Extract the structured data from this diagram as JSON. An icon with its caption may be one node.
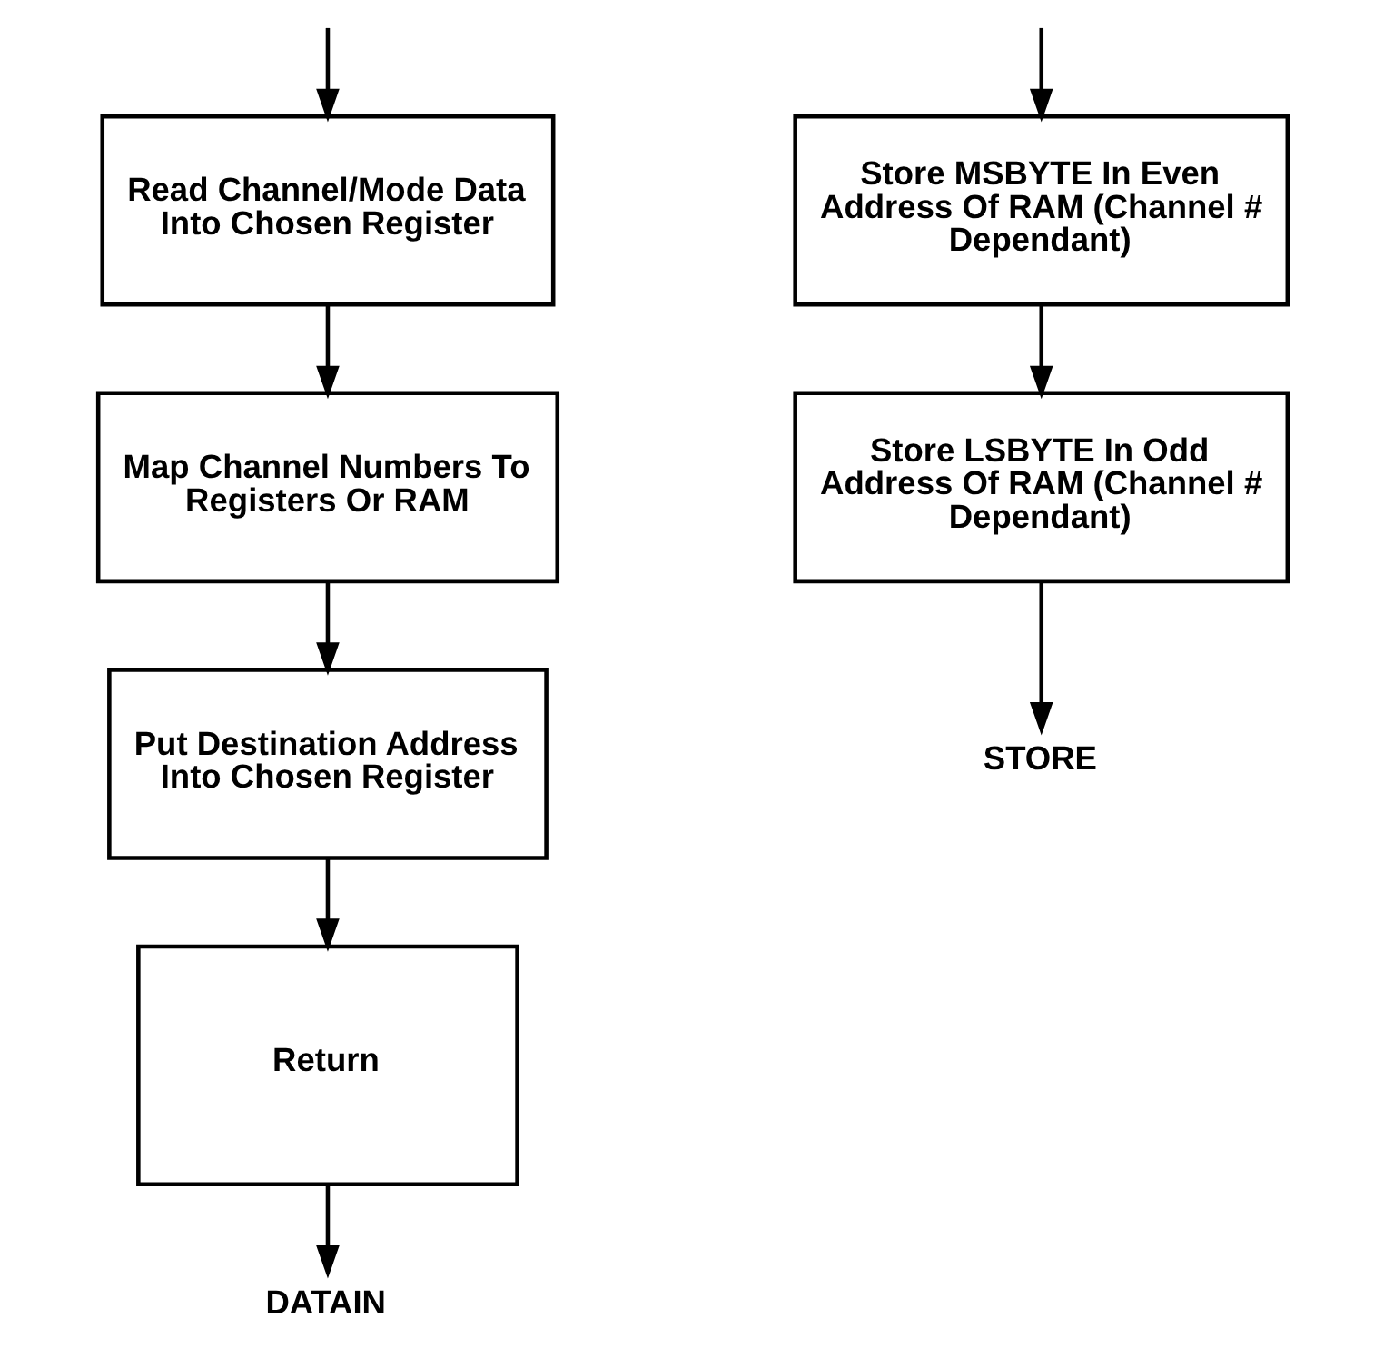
{
  "diagram": {
    "nodes": [
      {
        "text": [
          "Read Channel/Mode Data Into Chosen Register"
        ]
      },
      {
        "text": [
          "Map Channel Numbers To Registers Or RAM"
        ]
      },
      {
        "text": [
          "Put Destination Address Into Chosen Register"
        ]
      },
      {
        "text": [
          "Return"
        ]
      },
      {
        "text": [
          "DATAIN"
        ]
      },
      {
        "text": [
          "Store MSBYTE In Even Address Of RAM (Channel # Dependant)"
        ]
      },
      {
        "text": [
          "Store LSBYTE In Odd Address Of RAM (Channel # Dependant)"
        ]
      },
      {
        "text": [
          "STORE"
        ]
      }
    ],
    "edges": [
      {
        "from": null,
        "to": 0,
        "arrow": "to"
      },
      {
        "from": 0,
        "to": 1,
        "arrow": "to"
      },
      {
        "from": 1,
        "to": 2,
        "arrow": "to"
      },
      {
        "from": 2,
        "to": 3,
        "arrow": "to"
      },
      {
        "from": 3,
        "to": 4,
        "arrow": "to"
      },
      {
        "from": null,
        "to": 5,
        "arrow": "to"
      },
      {
        "from": 5,
        "to": 6,
        "arrow": "to"
      },
      {
        "from": 6,
        "to": 7,
        "arrow": "to"
      }
    ]
  }
}
